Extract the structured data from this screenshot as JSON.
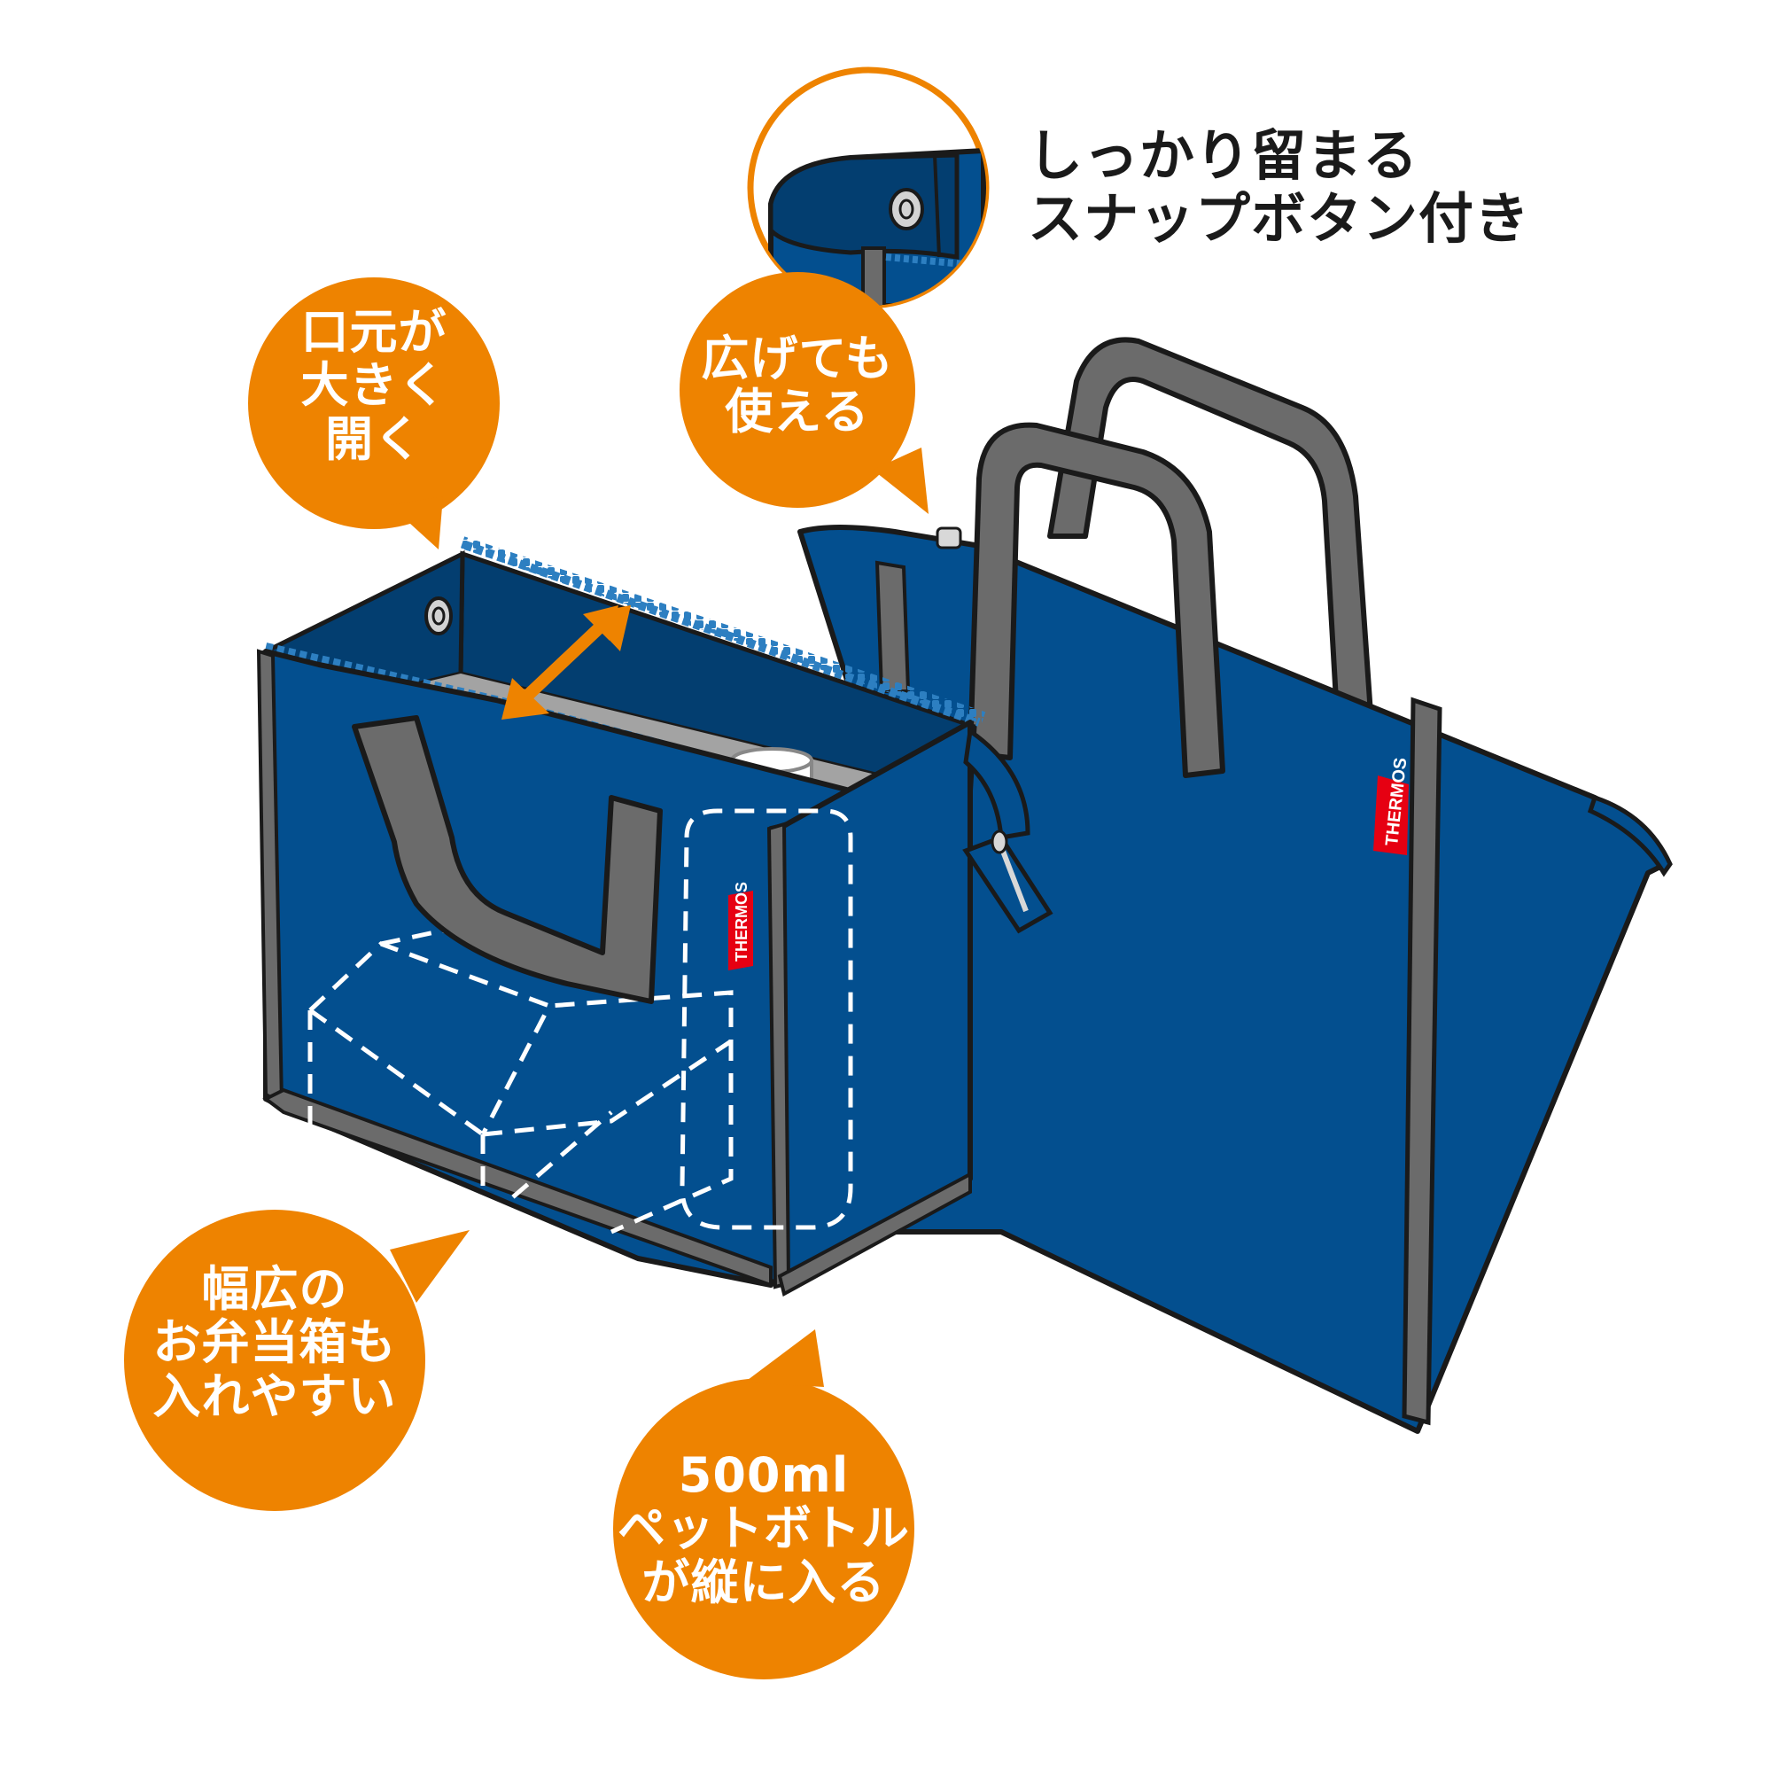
{
  "colors": {
    "bag_blue": "#034f8f",
    "bag_inner_dark": "#033e70",
    "bag_floor_gray": "#a3a3a3",
    "strap_gray": "#6b6b6b",
    "callout_orange": "#ee8300",
    "outline": "#1a1a1a",
    "logo_red": "#e60012",
    "zipper_teeth": "#2d7fc1",
    "background": "#ffffff"
  },
  "callouts": {
    "snap_button": {
      "line1": "しっかり留まる",
      "line2": "スナップボタン付き"
    },
    "wide_opening": {
      "line1": "口元が",
      "line2": "大きく",
      "line3": "開く"
    },
    "usable_expanded": {
      "line1": "広げても",
      "line2": "使える"
    },
    "wide_lunchbox": {
      "line1": "幅広の",
      "line2": "お弁当箱も",
      "line3": "入れやすい"
    },
    "bottle_upright": {
      "line1": "500ml",
      "line2": "ペットボトル",
      "line3": "が縦に入る"
    }
  },
  "logos": {
    "front_bag": "THERMOS",
    "back_bag": "THERMOS"
  }
}
